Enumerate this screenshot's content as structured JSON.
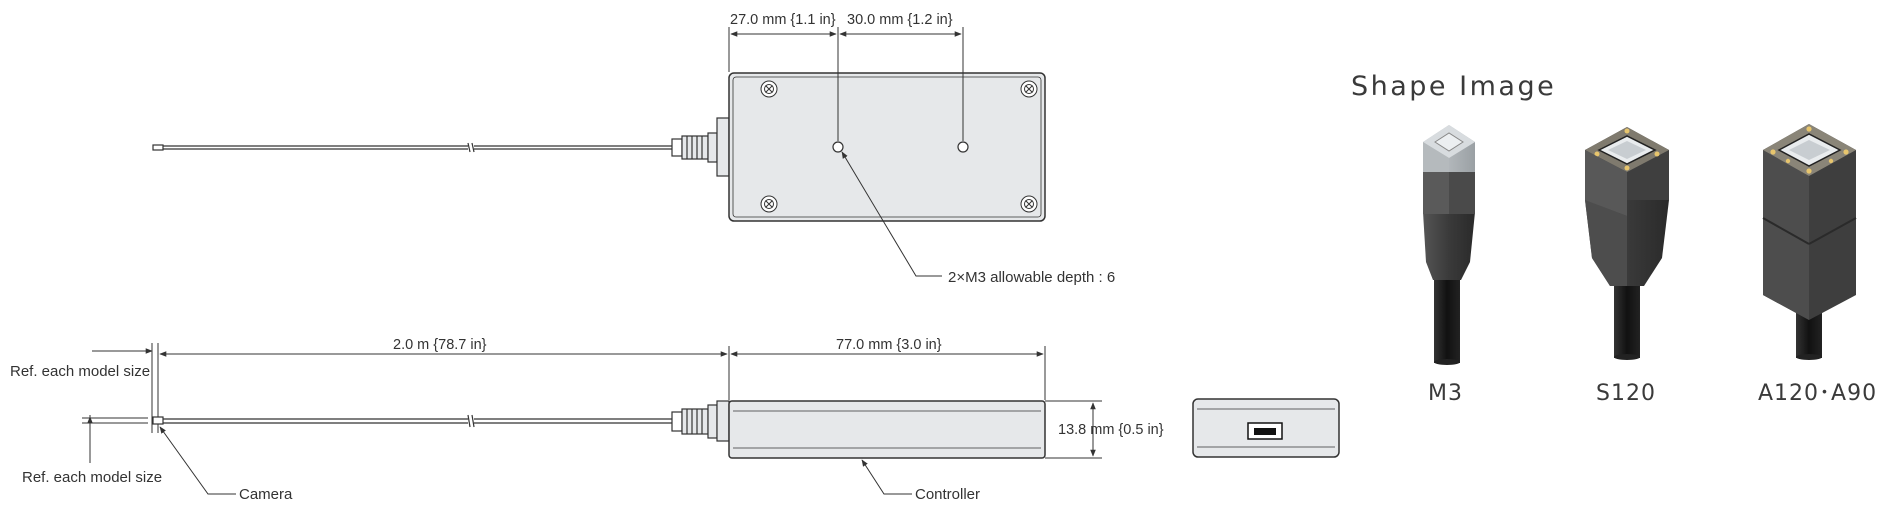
{
  "drawing": {
    "dim_top_left": "27.0 mm {1.1 in}",
    "dim_top_right": "30.0 mm {1.2 in}",
    "mount_hole_note": "2×M3 allowable depth : 6",
    "dim_cable_length": "2.0 m {78.7 in}",
    "dim_controller_length": "77.0 mm {3.0 in}",
    "dim_controller_height": "13.8 mm {0.5 in}",
    "ref_model_size_top": "Ref. each model size",
    "ref_model_size_bottom": "Ref. each model size",
    "camera_label": "Camera",
    "controller_label": "Controller"
  },
  "shape_image": {
    "title": "Shape Image",
    "models": [
      "M3",
      "S120",
      "A120･A90"
    ]
  },
  "colors": {
    "line": "#333333",
    "body_fill": "#e6e8ea",
    "camera_dark": "#3c3c3c"
  }
}
